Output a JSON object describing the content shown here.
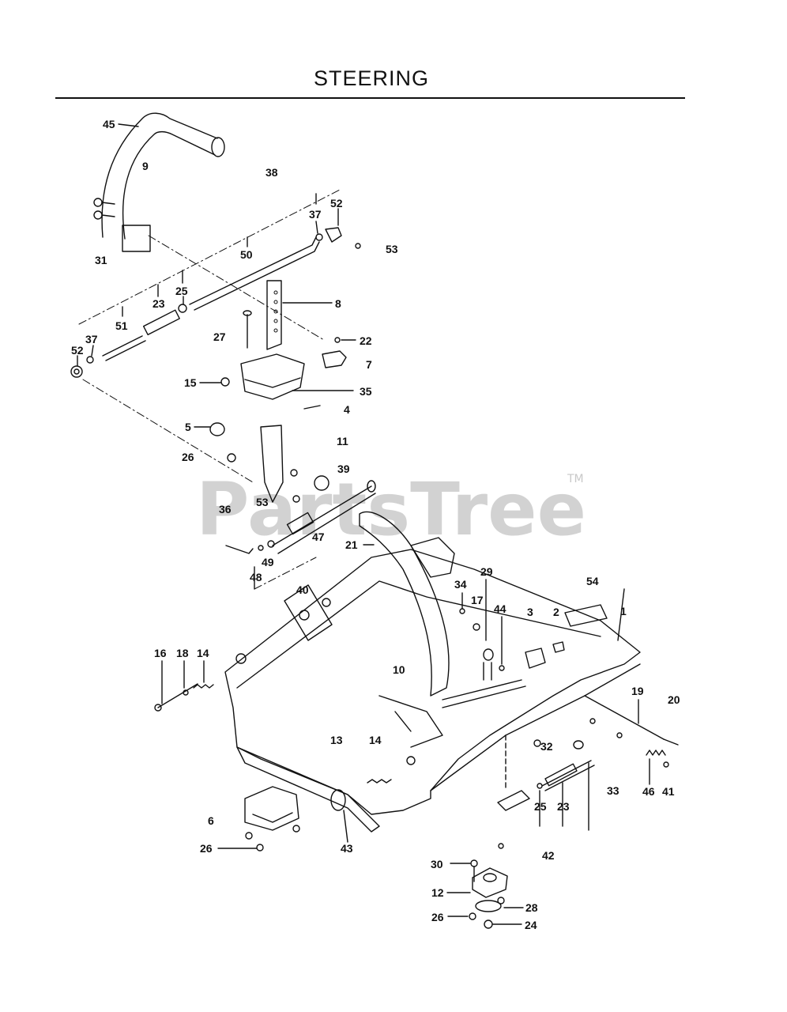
{
  "page": {
    "title": "STEERING"
  },
  "watermark": {
    "text": "PartsTree",
    "mark": "TM"
  },
  "callouts": [
    {
      "id": "c45a",
      "text": "45"
    },
    {
      "id": "c9",
      "text": "9"
    },
    {
      "id": "c38",
      "text": "38"
    },
    {
      "id": "c37a",
      "text": "37"
    },
    {
      "id": "c52a",
      "text": "52"
    },
    {
      "id": "c53a",
      "text": "53"
    },
    {
      "id": "c31",
      "text": "31"
    },
    {
      "id": "c50",
      "text": "50"
    },
    {
      "id": "c25a",
      "text": "25"
    },
    {
      "id": "c23a",
      "text": "23"
    },
    {
      "id": "c8",
      "text": "8"
    },
    {
      "id": "c51",
      "text": "51"
    },
    {
      "id": "c27",
      "text": "27"
    },
    {
      "id": "c37b",
      "text": "37"
    },
    {
      "id": "c52b",
      "text": "52"
    },
    {
      "id": "c22",
      "text": "22"
    },
    {
      "id": "c7",
      "text": "7"
    },
    {
      "id": "c15",
      "text": "15"
    },
    {
      "id": "c35",
      "text": "35"
    },
    {
      "id": "c4",
      "text": "4"
    },
    {
      "id": "c5",
      "text": "5"
    },
    {
      "id": "c11",
      "text": "11"
    },
    {
      "id": "c26a",
      "text": "26"
    },
    {
      "id": "c39",
      "text": "39"
    },
    {
      "id": "c53b",
      "text": "53"
    },
    {
      "id": "c36",
      "text": "36"
    },
    {
      "id": "c47",
      "text": "47"
    },
    {
      "id": "c21",
      "text": "21"
    },
    {
      "id": "c49",
      "text": "49"
    },
    {
      "id": "c48",
      "text": "48"
    },
    {
      "id": "c40",
      "text": "40"
    },
    {
      "id": "c29",
      "text": "29"
    },
    {
      "id": "c34",
      "text": "34"
    },
    {
      "id": "c17",
      "text": "17"
    },
    {
      "id": "c54",
      "text": "54"
    },
    {
      "id": "c44",
      "text": "44"
    },
    {
      "id": "c3",
      "text": "3"
    },
    {
      "id": "c2",
      "text": "2"
    },
    {
      "id": "c1",
      "text": "1"
    },
    {
      "id": "c16",
      "text": "16"
    },
    {
      "id": "c18",
      "text": "18"
    },
    {
      "id": "c14a",
      "text": "14"
    },
    {
      "id": "c10",
      "text": "10"
    },
    {
      "id": "c19",
      "text": "19"
    },
    {
      "id": "c20",
      "text": "20"
    },
    {
      "id": "c13",
      "text": "13"
    },
    {
      "id": "c14b",
      "text": "14"
    },
    {
      "id": "c32",
      "text": "32"
    },
    {
      "id": "c33",
      "text": "33"
    },
    {
      "id": "c46",
      "text": "46"
    },
    {
      "id": "c41",
      "text": "41"
    },
    {
      "id": "c25b",
      "text": "25"
    },
    {
      "id": "c23b",
      "text": "23"
    },
    {
      "id": "c6",
      "text": "6"
    },
    {
      "id": "c26b",
      "text": "26"
    },
    {
      "id": "c43",
      "text": "43"
    },
    {
      "id": "c42",
      "text": "42"
    },
    {
      "id": "c30",
      "text": "30"
    },
    {
      "id": "c12",
      "text": "12"
    },
    {
      "id": "c28",
      "text": "28"
    },
    {
      "id": "c26c",
      "text": "26"
    },
    {
      "id": "c24",
      "text": "24"
    }
  ]
}
